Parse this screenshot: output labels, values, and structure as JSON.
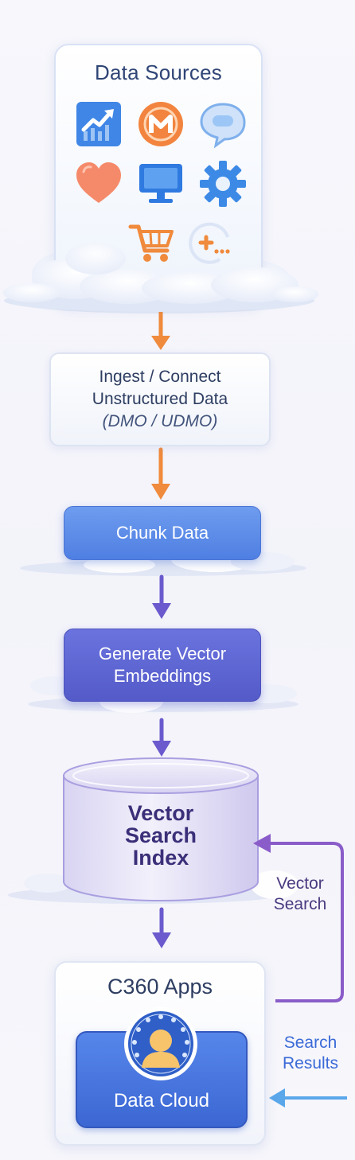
{
  "sources": {
    "title": "Data Sources",
    "icons": [
      "chart-growth-icon",
      "mulesoft-icon",
      "chat-bubble-icon",
      "heart-icon",
      "monitor-icon",
      "gear-icon",
      "shopping-cart-icon",
      "add-more-icon"
    ]
  },
  "steps": {
    "ingest": {
      "line1": "Ingest / Connect",
      "line2": "Unstructured Data",
      "line3": "(DMO / UDMO)"
    },
    "chunk": {
      "label": "Chunk Data"
    },
    "embed": {
      "line1": "Generate Vector",
      "line2": "Embeddings"
    },
    "index": {
      "line1": "Vector",
      "line2": "Search",
      "line3": "Index"
    },
    "apps": {
      "title": "C360 Apps",
      "inner": "Data Cloud"
    }
  },
  "edges": {
    "vector_search": {
      "line1": "Vector",
      "line2": "Search"
    },
    "search_results": {
      "line1": "Search",
      "line2": "Results"
    }
  },
  "colors": {
    "orange_arrow": "#f08a3c",
    "purple_arrow": "#6a5acd",
    "loop_arrow": "#8a5cc9",
    "results_arrow": "#5aa7ea",
    "chunk_blue": "#5b8be6",
    "embed_indigo": "#5d63d4"
  }
}
